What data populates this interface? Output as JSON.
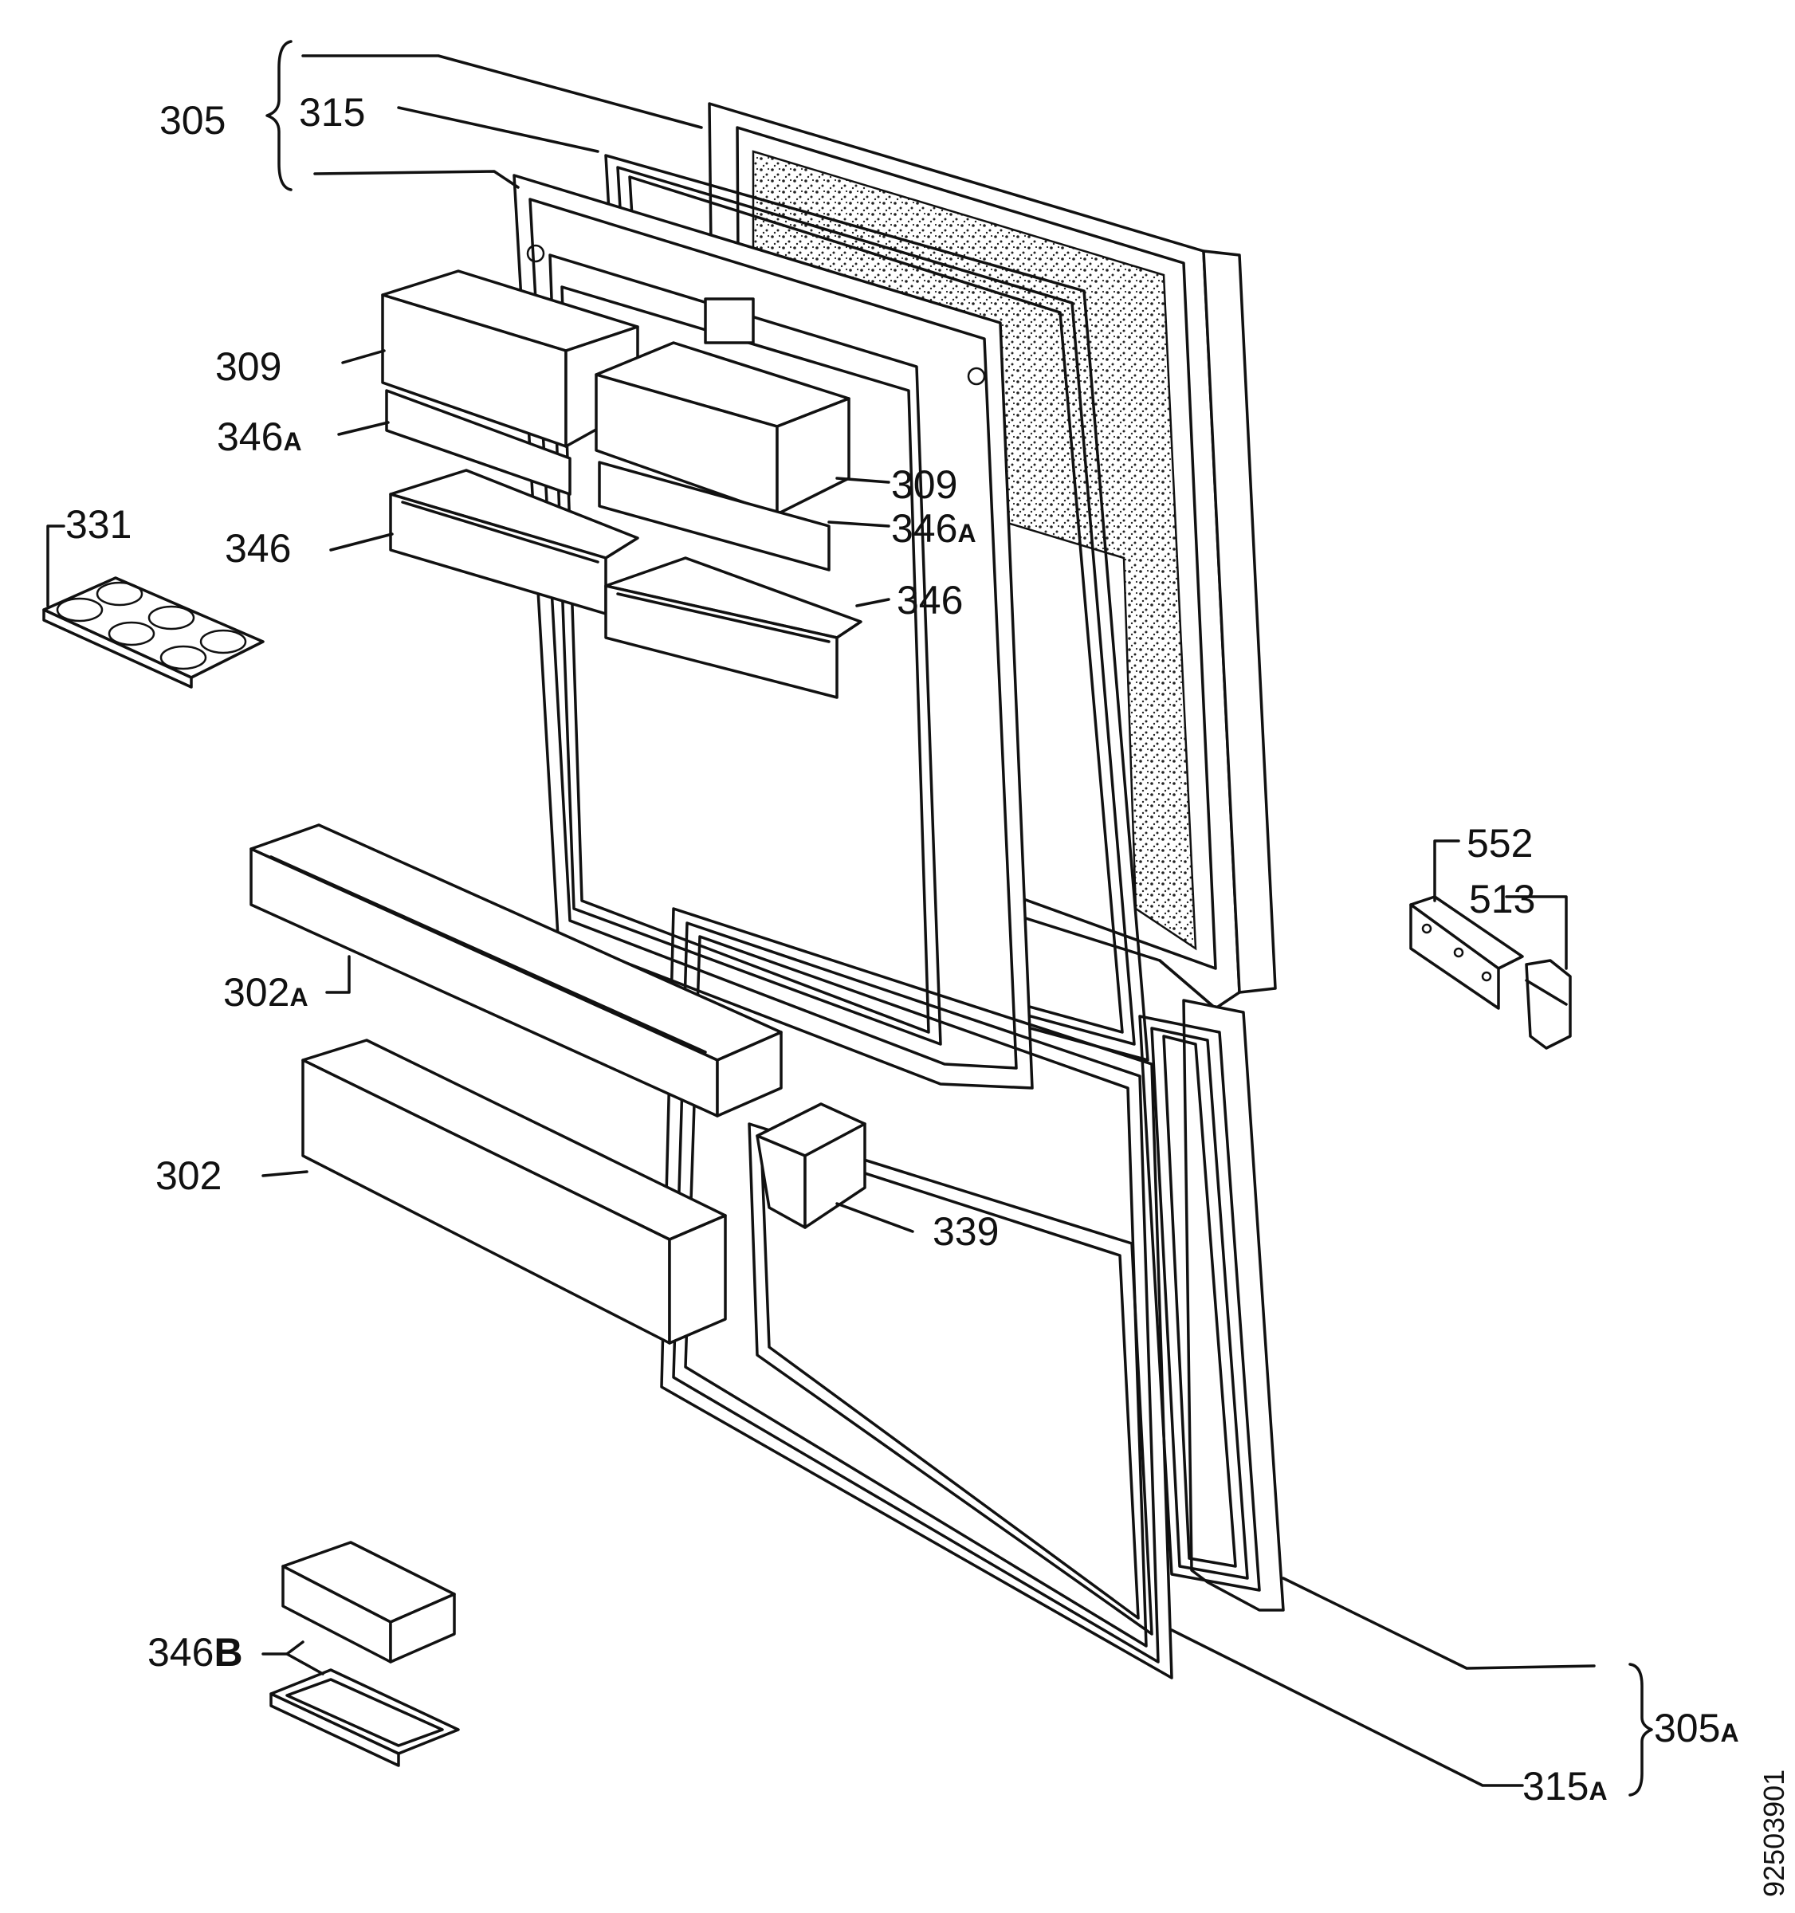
{
  "labels": {
    "l305": "305",
    "l315": "315",
    "l309a": "309",
    "l346a_1": "346",
    "l346a_1_suffix": "A",
    "l331": "331",
    "l346_1": "346",
    "l309b": "309",
    "l346a_2": "346",
    "l346a_2_suffix": "A",
    "l346_2": "346",
    "l552": "552",
    "l513": "513",
    "l302a": "302",
    "l302a_suffix": "A",
    "l302": "302",
    "l339": "339",
    "l346b": "346",
    "l346b_suffix": "B",
    "l305a": "305",
    "l305a_suffix": "A",
    "l315a": "315",
    "l315a_suffix": "A"
  },
  "document_id": "92503901"
}
